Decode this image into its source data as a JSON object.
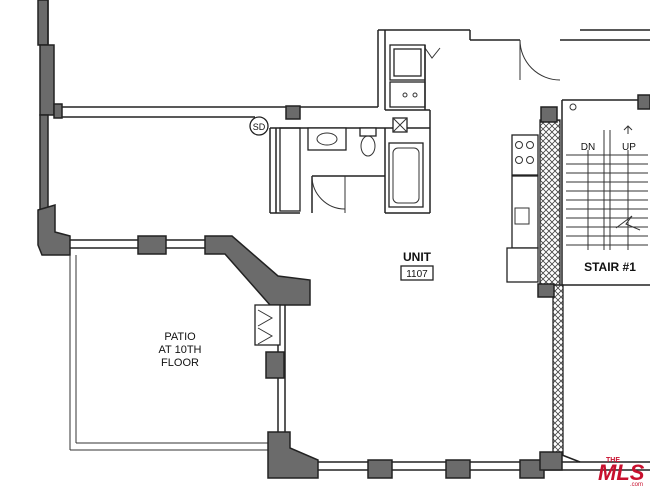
{
  "rooms": {
    "unit_label": "UNIT",
    "unit_number": "1107",
    "patio_line1": "PATIO",
    "patio_line2": "AT 10TH",
    "patio_line3": "FLOOR"
  },
  "stair": {
    "label": "STAIR #1",
    "down": "DN",
    "up": "UP"
  },
  "fixtures": {
    "smoke_detector": "SD"
  },
  "watermark": {
    "line1": "THE",
    "brand": "MLS",
    "suffix": ".com"
  }
}
